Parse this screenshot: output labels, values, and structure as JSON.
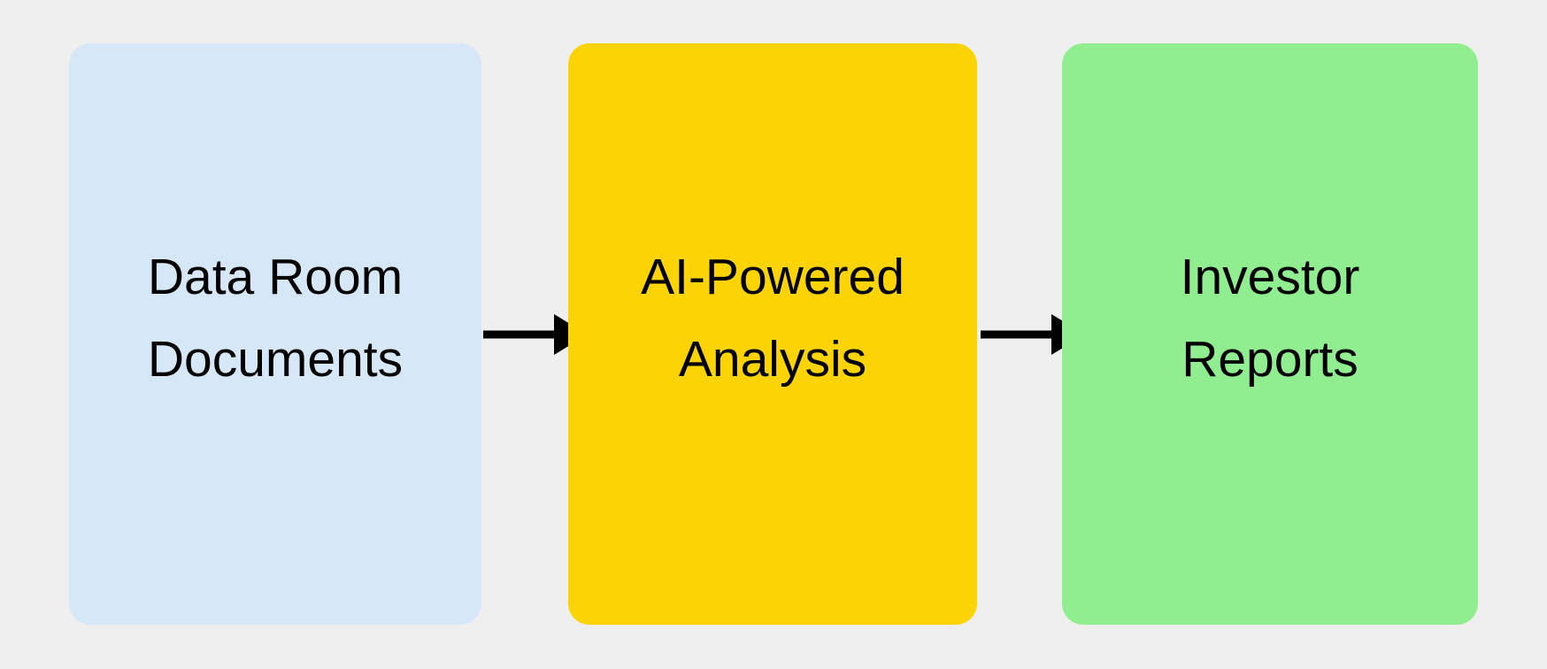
{
  "diagram": {
    "type": "flowchart",
    "direction": "left-to-right",
    "background_color": "#efefef",
    "text_color": "#000000",
    "arrow_color": "#000000",
    "nodes": [
      {
        "id": "data-room-documents",
        "label_line1": "Data Room",
        "label_line2": "Documents",
        "label": "Data Room Documents",
        "fill": "#d6e8f7"
      },
      {
        "id": "ai-powered-analysis",
        "label_line1": "AI-Powered",
        "label_line2": "Analysis",
        "label": "AI-Powered Analysis",
        "fill": "#fcd303"
      },
      {
        "id": "investor-reports",
        "label_line1": "Investor",
        "label_line2": "Reports",
        "label": "Investor Reports",
        "fill": "#90ee90"
      }
    ],
    "edges": [
      {
        "from": "data-room-documents",
        "to": "ai-powered-analysis"
      },
      {
        "from": "ai-powered-analysis",
        "to": "investor-reports"
      }
    ]
  }
}
